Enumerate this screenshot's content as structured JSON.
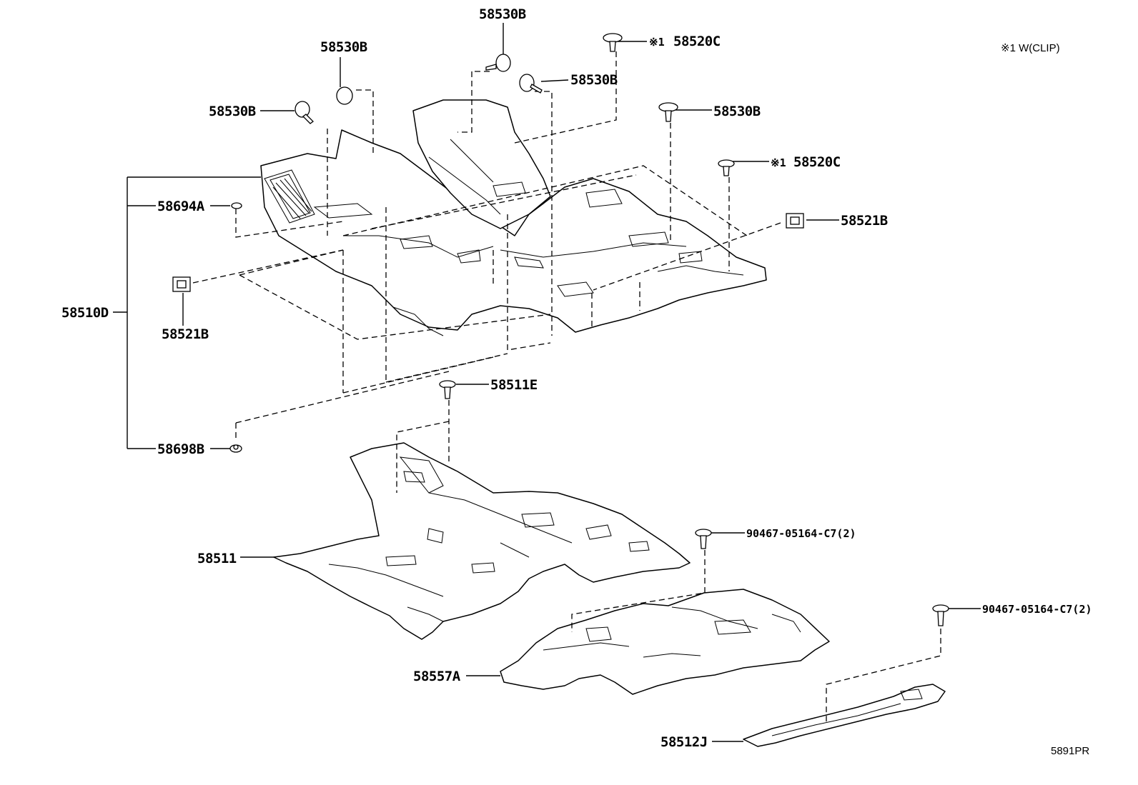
{
  "note": "※1 W(CLIP)",
  "code": "5891PR",
  "labels": {
    "l58530B_top": "58530B",
    "l58530B_a": "58530B",
    "l58530B_b": "58530B",
    "l58530B_c": "58530B",
    "l58530B_d": "58530B",
    "l58520C_top_mark": "※1",
    "l58520C_top": "58520C",
    "l58520C_mid_mark": "※1",
    "l58520C_mid": "58520C",
    "l58521B_right": "58521B",
    "l58521B_left": "58521B",
    "l58694A": "58694A",
    "l58510D": "58510D",
    "l58698B": "58698B",
    "l58511E": "58511E",
    "l58511": "58511",
    "l90467_a": "90467-05164-C7(2)",
    "l90467_b": "90467-05164-C7(2)",
    "l58557A": "58557A",
    "l58512J": "58512J"
  }
}
